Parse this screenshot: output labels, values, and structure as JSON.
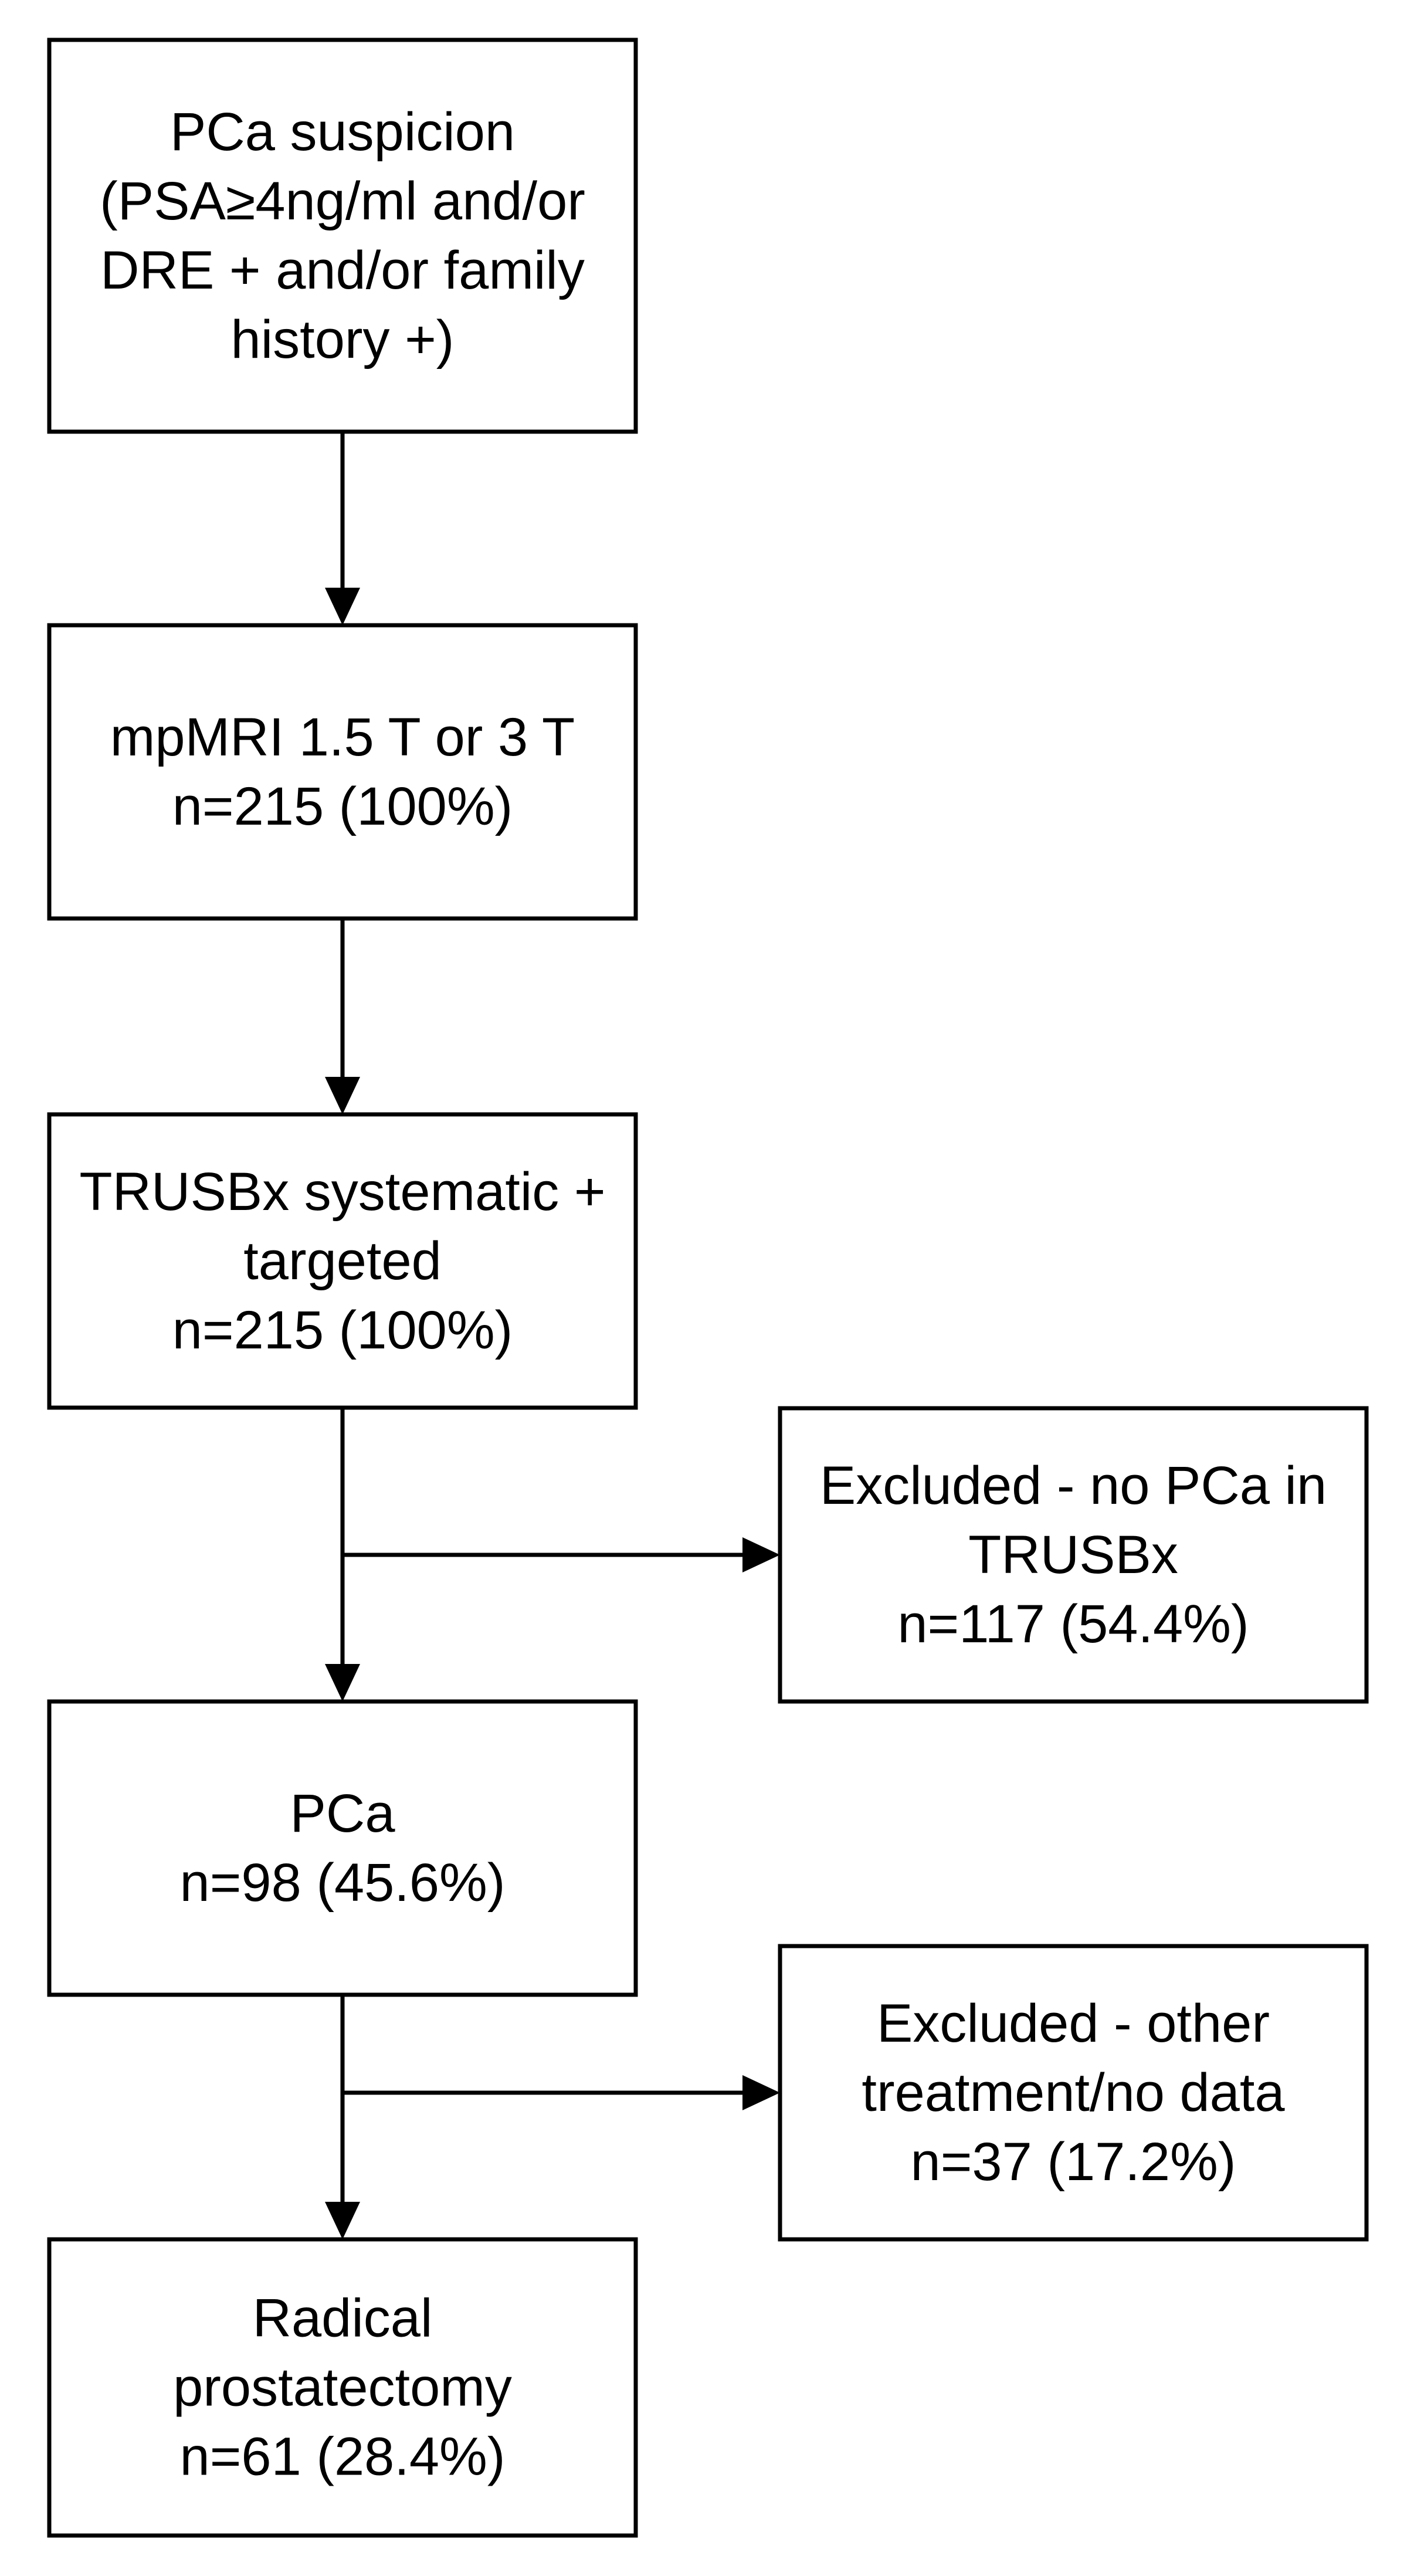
{
  "nodes": [
    {
      "id": "pca-suspicion",
      "lines": [
        "PCa suspicion",
        "(PSA≥4ng/ml and/or",
        "DRE + and/or family",
        "history +)"
      ]
    },
    {
      "id": "mpmri",
      "lines": [
        "mpMRI 1.5 T or 3 T",
        "n=215 (100%)"
      ]
    },
    {
      "id": "trusbx",
      "lines": [
        "TRUSBx systematic +",
        "targeted",
        "n=215 (100%)"
      ]
    },
    {
      "id": "excluded-no-pca",
      "lines": [
        "Excluded - no PCa in",
        "TRUSBx",
        "n=117 (54.4%)"
      ]
    },
    {
      "id": "pca",
      "lines": [
        "PCa",
        "n=98 (45.6%)"
      ]
    },
    {
      "id": "excluded-other",
      "lines": [
        "Excluded - other",
        "treatment/no data",
        "n=37 (17.2%)"
      ]
    },
    {
      "id": "radical-prostatectomy",
      "lines": [
        "Radical",
        "prostatectomy",
        "n=61 (28.4%)"
      ]
    }
  ],
  "edges": [
    {
      "from": "pca-suspicion",
      "to": "mpmri"
    },
    {
      "from": "mpmri",
      "to": "trusbx"
    },
    {
      "from": "trusbx",
      "to": "pca"
    },
    {
      "from": "trusbx",
      "to": "excluded-no-pca",
      "branch": true
    },
    {
      "from": "pca",
      "to": "radical-prostatectomy"
    },
    {
      "from": "pca",
      "to": "excluded-other",
      "branch": true
    }
  ]
}
